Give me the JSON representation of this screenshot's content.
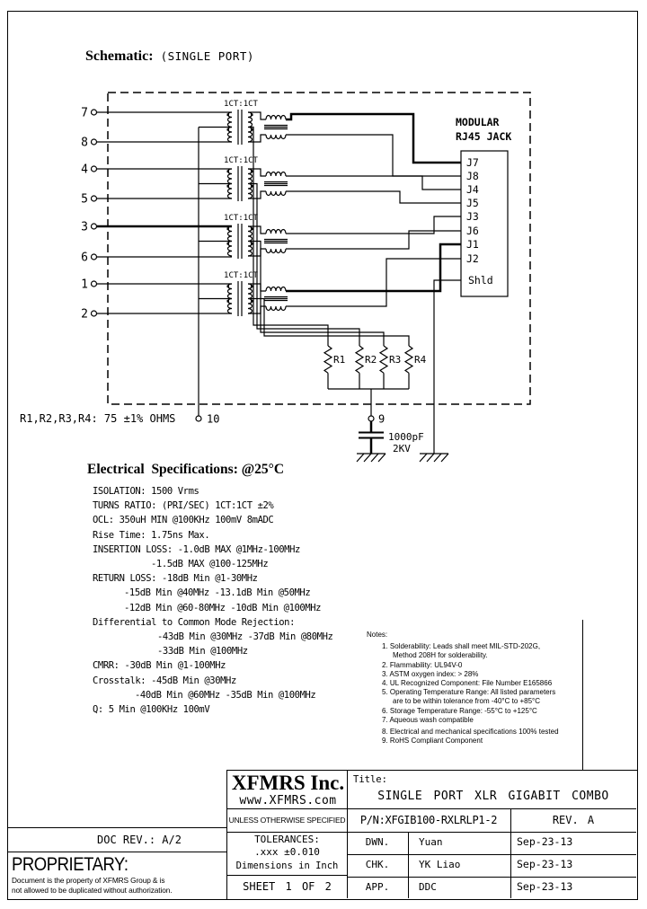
{
  "page": {
    "schematic_heading": "Schematic:",
    "schematic_subheading": "(SINGLE PORT)"
  },
  "colors": {
    "ink": "#000000",
    "paper": "#ffffff"
  },
  "schematic": {
    "xfmr_ratio_label": "1CT:1CT",
    "jack_title_line1": "MODULAR",
    "jack_title_line2": "RJ45 JACK",
    "left_pins": [
      "7",
      "8",
      "4",
      "5",
      "3",
      "6",
      "1",
      "2"
    ],
    "jack_pins": [
      "J7",
      "J8",
      "J4",
      "J5",
      "J3",
      "J6",
      "J1",
      "J2"
    ],
    "jack_shield": "Shld",
    "resistors": [
      "R1",
      "R2",
      "R3",
      "R4"
    ],
    "pin10": "10",
    "pin9": "9",
    "cap_value": "1000pF",
    "cap_rating": "2KV",
    "resistor_note": "R1,R2,R3,R4: 75 ±1% OHMS"
  },
  "specs": {
    "heading": "Electrical  Specifications: @25°C",
    "lines": [
      "ISOLATION: 1500 Vrms",
      "TURNS RATIO: (PRI/SEC) 1CT:1CT ±2%",
      "OCL: 350uH MIN @100KHz 100mV 8mADC",
      "Rise Time: 1.75ns Max.",
      "INSERTION LOSS: -1.0dB MAX @1MHz-100MHz",
      "-1.5dB MAX @100-125MHz",
      "RETURN LOSS: -18dB Min @1-30MHz",
      "-15dB Min @40MHz -13.1dB Min @50MHz",
      "-12dB Min @60-80MHz -10dB Min @100MHz",
      "Differential to Common Mode Rejection:",
      "-43dB Min @30MHz -37dB Min @80MHz",
      "-33dB Min @100MHz",
      "CMRR: -30dB Min @1-100MHz",
      "Crosstalk: -45dB Min @30MHz",
      "-40dB Min @60MHz -35dB Min @100MHz",
      "Q: 5 Min @100KHz 100mV"
    ]
  },
  "notes": {
    "heading": "Notes:",
    "lines": [
      "1. Solderability: Leads shall meet MIL-STD-202G,",
      "Method 208H for solderability.",
      "2. Flammability: UL94V-0",
      "3. ASTM oxygen index: > 28%",
      "4. UL Recognized Component: File Number E165866",
      "5. Operating Temperature Range: All listed parameters",
      "are to be within tolerance from -40°C to +85°C",
      "6. Storage Temperature Range: -55°C to +125°C",
      "7. Aqueous wash compatible",
      "8. Electrical and mechanical specifications 100% tested",
      "9. RoHS Compliant Component"
    ]
  },
  "titleblock": {
    "company": "XFMRS Inc.",
    "website": "www.XFMRS.com",
    "title_label": "Title:",
    "title": "SINGLE PORT XLR GIGABIT COMBO",
    "unless": "UNLESS OTHERWISE SPECIFIED",
    "pn": "P/N:XFGIB100-RXLRLP1-2",
    "rev": "REV. A",
    "tolerances_label": "TOLERANCES:",
    "tolerances_value": ".xxx ±0.010",
    "dimensions": "Dimensions in Inch",
    "sheet": "SHEET 1 OF 2",
    "rows": [
      {
        "role": "DWN.",
        "name": "Yuan",
        "date": "Sep-23-13"
      },
      {
        "role": "CHK.",
        "name": "YK Liao",
        "date": "Sep-23-13"
      },
      {
        "role": "APP.",
        "name": "DDC",
        "date": "Sep-23-13"
      }
    ],
    "doc_rev": "DOC REV.: A/2",
    "proprietary_heading": "PROPRIETARY:",
    "proprietary_line1": "Document is the property of XFMRS Group & is",
    "proprietary_line2": "not allowed to be duplicated without authorization."
  }
}
